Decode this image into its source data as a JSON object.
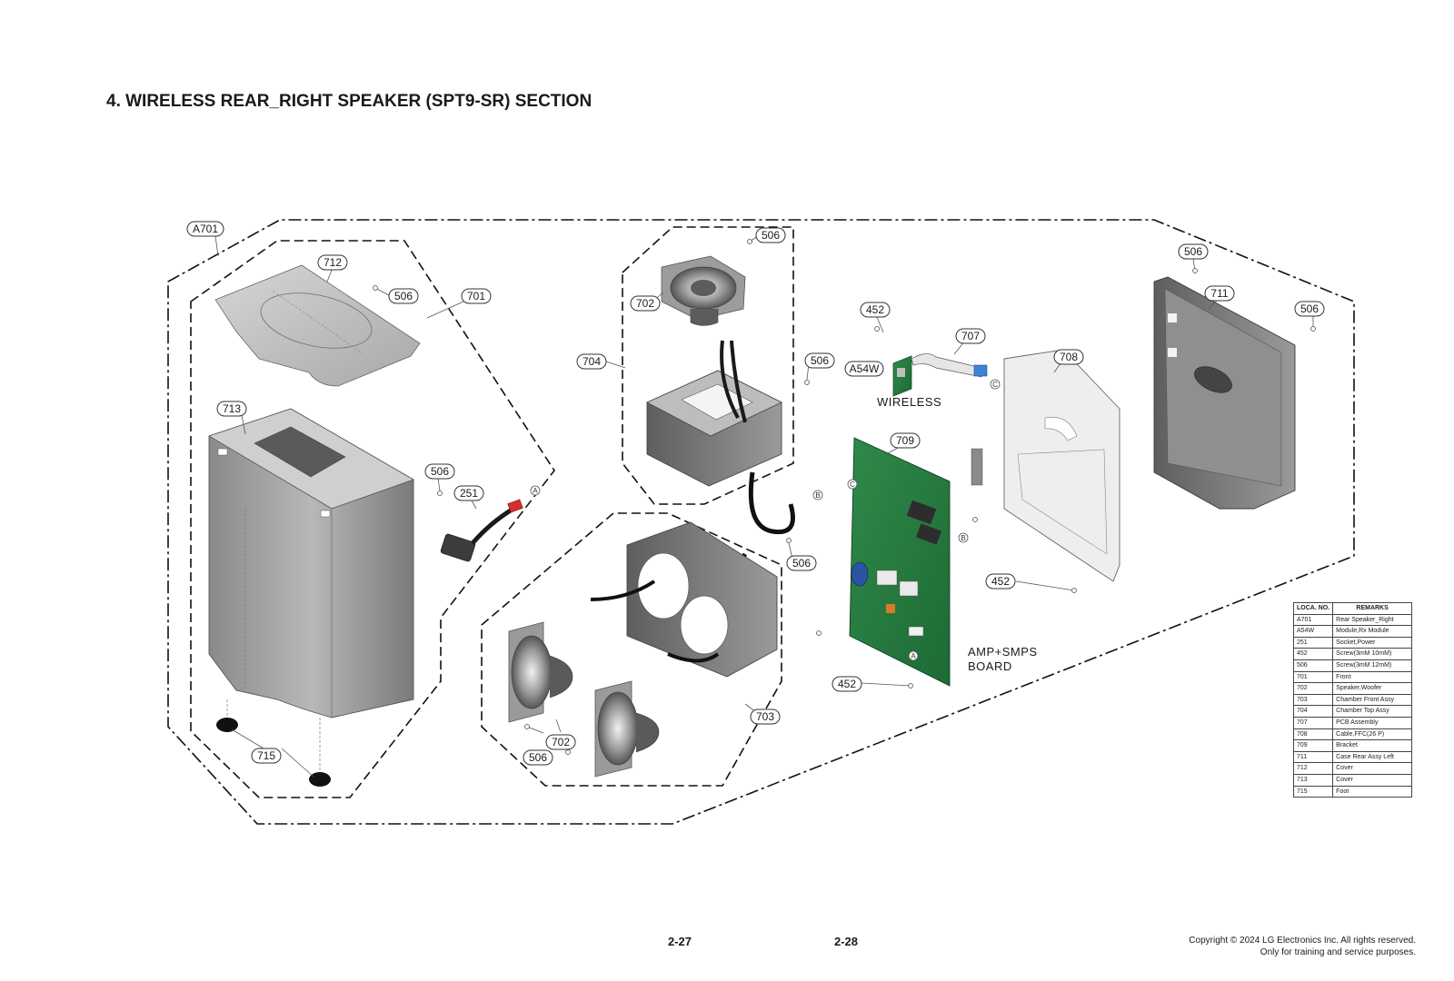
{
  "title": "4. WIRELESS REAR_RIGHT SPEAKER (SPT9-SR) SECTION",
  "callouts": {
    "a701": "A701",
    "712": "712",
    "506_top": "506",
    "701": "701",
    "713": "713",
    "506_socket": "506",
    "251": "251",
    "715": "715",
    "506_chamber_top": "506",
    "702_top": "702",
    "704": "704",
    "506_chamber_side": "506",
    "506_chamber_front": "506",
    "702_bottom": "702",
    "506_bottom": "506",
    "703": "703",
    "452_wireless": "452",
    "a54w": "A54W",
    "707": "707",
    "709": "709",
    "452_bottom": "452",
    "708": "708",
    "452_bracket": "452",
    "506_rear_left": "506",
    "711": "711",
    "506_rear_right": "506"
  },
  "refs": {
    "a": "A",
    "b": "B",
    "c": "C"
  },
  "labels": {
    "wireless": "WIRELESS",
    "amp_line1": "AMP+SMPS",
    "amp_line2": "BOARD"
  },
  "parts_table": {
    "headers": {
      "loc": "LOCA. NO.",
      "remarks": "REMARKS"
    },
    "rows": [
      {
        "loc": "A701",
        "remarks": "Rear Speaker_Right"
      },
      {
        "loc": "A54W",
        "remarks": "Module,Rx Module"
      },
      {
        "loc": "251",
        "remarks": "Socket,Power"
      },
      {
        "loc": "452",
        "remarks": "Screw(3mM 10mM)"
      },
      {
        "loc": "506",
        "remarks": "Screw(3mM 12mM)"
      },
      {
        "loc": "701",
        "remarks": "Front"
      },
      {
        "loc": "702",
        "remarks": "Speaker,Woofer"
      },
      {
        "loc": "703",
        "remarks": "Chamber Front Assy"
      },
      {
        "loc": "704",
        "remarks": "Chamber Top Assy"
      },
      {
        "loc": "707",
        "remarks": "PCB Assembly"
      },
      {
        "loc": "708",
        "remarks": "Cable,FFC(26 P)"
      },
      {
        "loc": "709",
        "remarks": "Bracket"
      },
      {
        "loc": "711",
        "remarks": "Case Rear Assy Left"
      },
      {
        "loc": "712",
        "remarks": "Cover"
      },
      {
        "loc": "713",
        "remarks": "Cover"
      },
      {
        "loc": "715",
        "remarks": "Foot"
      }
    ]
  },
  "footer": {
    "page_left": "2-27",
    "page_right": "2-28",
    "copyright_line1": "Copyright © 2024 LG Electronics Inc. All rights reserved.",
    "copyright_line2": "Only for training and service purposes."
  }
}
